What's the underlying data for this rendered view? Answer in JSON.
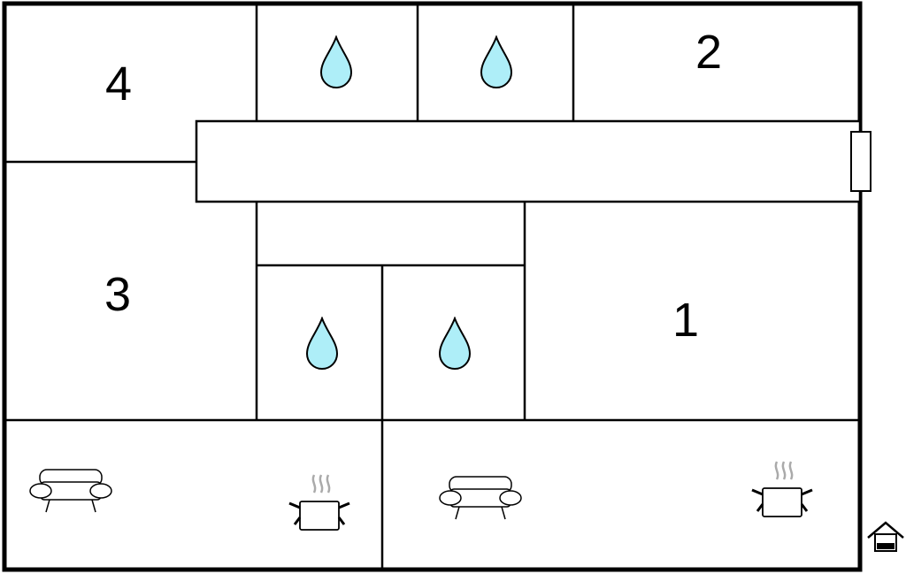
{
  "floor_plan": {
    "rooms": [
      {
        "label": "4"
      },
      {
        "label": "2"
      },
      {
        "label": "3"
      },
      {
        "label": "1"
      }
    ],
    "bathroom_icon": "water-drop-icon",
    "living_room_icon": "sofa-icon",
    "kitchen_icon": "cooking-pot-icon",
    "entrance_icon": "house-entrance-icon",
    "colors": {
      "wall": "#000000",
      "floor": "#ffffff",
      "water_drop": "#aeeef8"
    }
  }
}
